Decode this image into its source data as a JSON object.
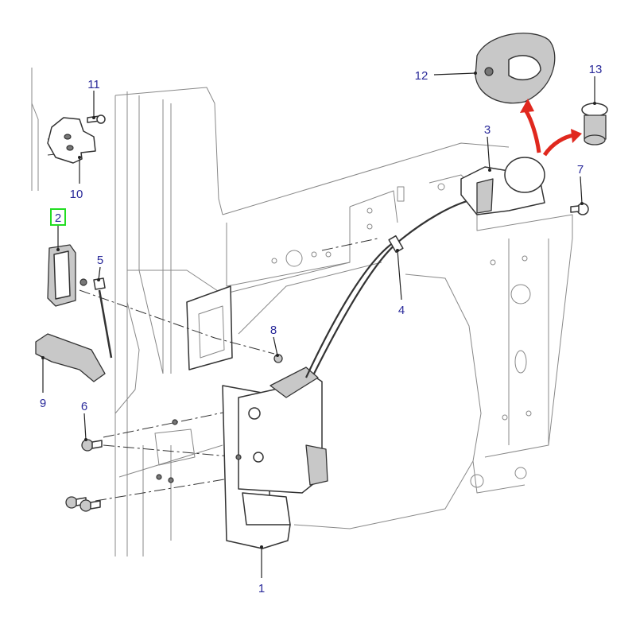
{
  "diagram": {
    "callouts": [
      {
        "id": "1"
      },
      {
        "id": "2",
        "highlighted": true
      },
      {
        "id": "3"
      },
      {
        "id": "4"
      },
      {
        "id": "5"
      },
      {
        "id": "6"
      },
      {
        "id": "7"
      },
      {
        "id": "8"
      },
      {
        "id": "9"
      },
      {
        "id": "10"
      },
      {
        "id": "11"
      },
      {
        "id": "12"
      },
      {
        "id": "13"
      }
    ],
    "colors": {
      "label": "#2a2a9a",
      "highlight_box": "#22dd22",
      "arrow": "#e0281e"
    }
  }
}
